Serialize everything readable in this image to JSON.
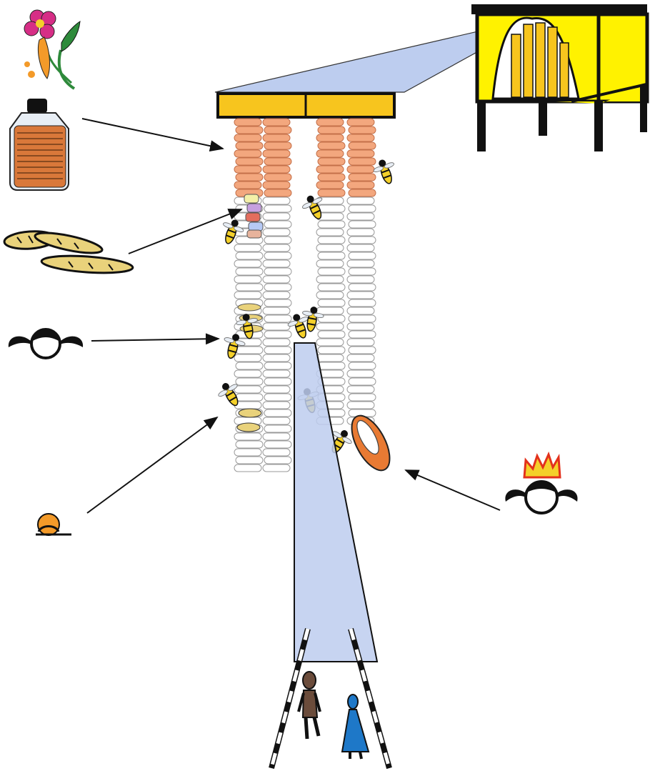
{
  "diagram": {
    "kind": "wasp-nest-illustration",
    "colors": {
      "hive_yellow": "#FFF200",
      "bar_yellow": "#F7C51E",
      "honey_comb": "#F3A77E",
      "brood_comb": "#FFFFFF",
      "beam": "#AFC3EA",
      "stick": "#111111",
      "queen_crown": "#F4D02A",
      "queen_flame": "#E3311B",
      "worker_orange": "#F39A29",
      "forager_skin": "#6B4C3B",
      "person_blue": "#1E78C8",
      "flower_pink": "#D62E86",
      "leaf_green": "#2E8A3B",
      "larva_yellow": "#E9D27B",
      "cocoon_orange": "#E87A33"
    },
    "icons": [
      "flower-icon",
      "honey-jar-icon",
      "bread-loaves-icon",
      "worker-head-icon",
      "drone-head-icon",
      "queen-head-icon",
      "beehive-icon",
      "wasp-icon",
      "people-icon"
    ],
    "sections": [
      "honey-storage",
      "pollen-cells",
      "brood-comb",
      "queen-cell"
    ]
  }
}
